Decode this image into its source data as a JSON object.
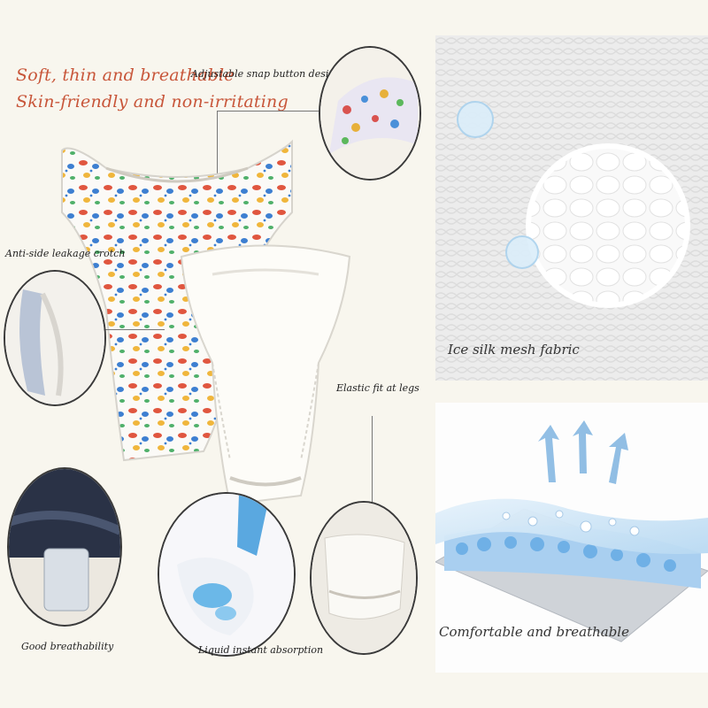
{
  "headline": {
    "line1": "Soft, thin and breathable",
    "line2": "Skin-friendly and non-irritating"
  },
  "callouts": {
    "snap_button": "Adjustable snap button design",
    "anti_leakage": "Anti-side leakage crotch",
    "elastic_legs": "Elastic fit at legs",
    "breathability": "Good breathability",
    "absorption": "Liquid instant absorption"
  },
  "panels": {
    "mesh_label": "Ice silk mesh fabric",
    "comfort_label": "Comfortable and breathable"
  },
  "colors": {
    "headline": "#c8563a",
    "background": "#f8f6ee",
    "accent_blue": "#5aa8e0"
  }
}
